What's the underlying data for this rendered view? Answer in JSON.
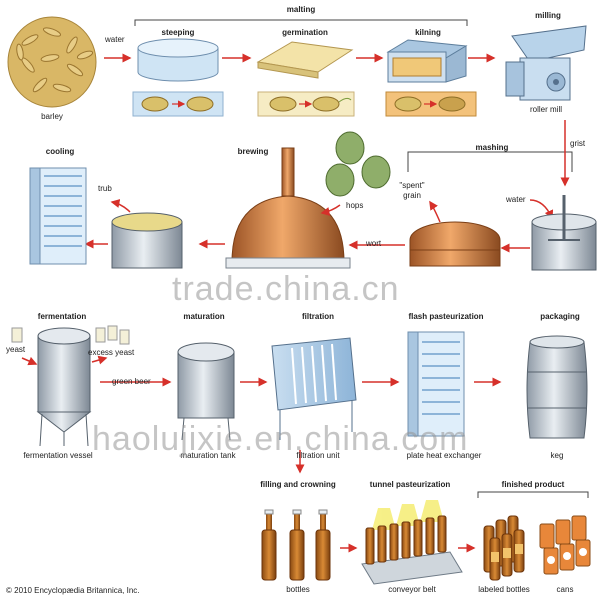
{
  "stages": {
    "malting": "malting",
    "steeping": "steeping",
    "germination": "germination",
    "kilning": "kilning",
    "milling": "milling",
    "mashing": "mashing",
    "brewing": "brewing",
    "cooling": "cooling",
    "fermentation": "fermentation",
    "maturation": "maturation",
    "filtration": "filtration",
    "flash_pasteurization": "flash pasteurization",
    "packaging": "packaging",
    "filling_and_crowning": "filling and crowning",
    "tunnel_pasteurization": "tunnel pasteurization",
    "finished_product": "finished product"
  },
  "labels": {
    "barley": "barley",
    "water_top": "water",
    "roller_mill": "roller mill",
    "grist": "grist",
    "water_mash": "water",
    "spent_grain_1": "\"spent\"",
    "spent_grain_2": "grain",
    "hops": "hops",
    "wort": "wort",
    "trub": "trub",
    "yeast": "yeast",
    "excess_yeast": "excess yeast",
    "green_beer": "green beer",
    "fermentation_vessel": "fermentation vessel",
    "maturation_tank": "maturation tank",
    "filtration_unit": "filtration unit",
    "plate_heat_exchanger": "plate heat exchanger",
    "keg": "keg",
    "bottles": "bottles",
    "conveyor_belt": "conveyor belt",
    "labeled_bottles": "labeled bottles",
    "cans": "cans"
  },
  "watermarks": {
    "top": "trade.china.cn",
    "bottom": "haolujixie.en.china.com"
  },
  "copyright": "© 2010 Encyclopædia Britannica, Inc.",
  "colors": {
    "arrow": "#d6302a",
    "bracket": "#444444",
    "steel": "#b9c3cd",
    "copper": "#c8773a",
    "malt": "#d9b766",
    "amber_bottle": "#b5651d",
    "hops_green": "#8fae6a",
    "plate_blue": "#9fc6e6"
  }
}
